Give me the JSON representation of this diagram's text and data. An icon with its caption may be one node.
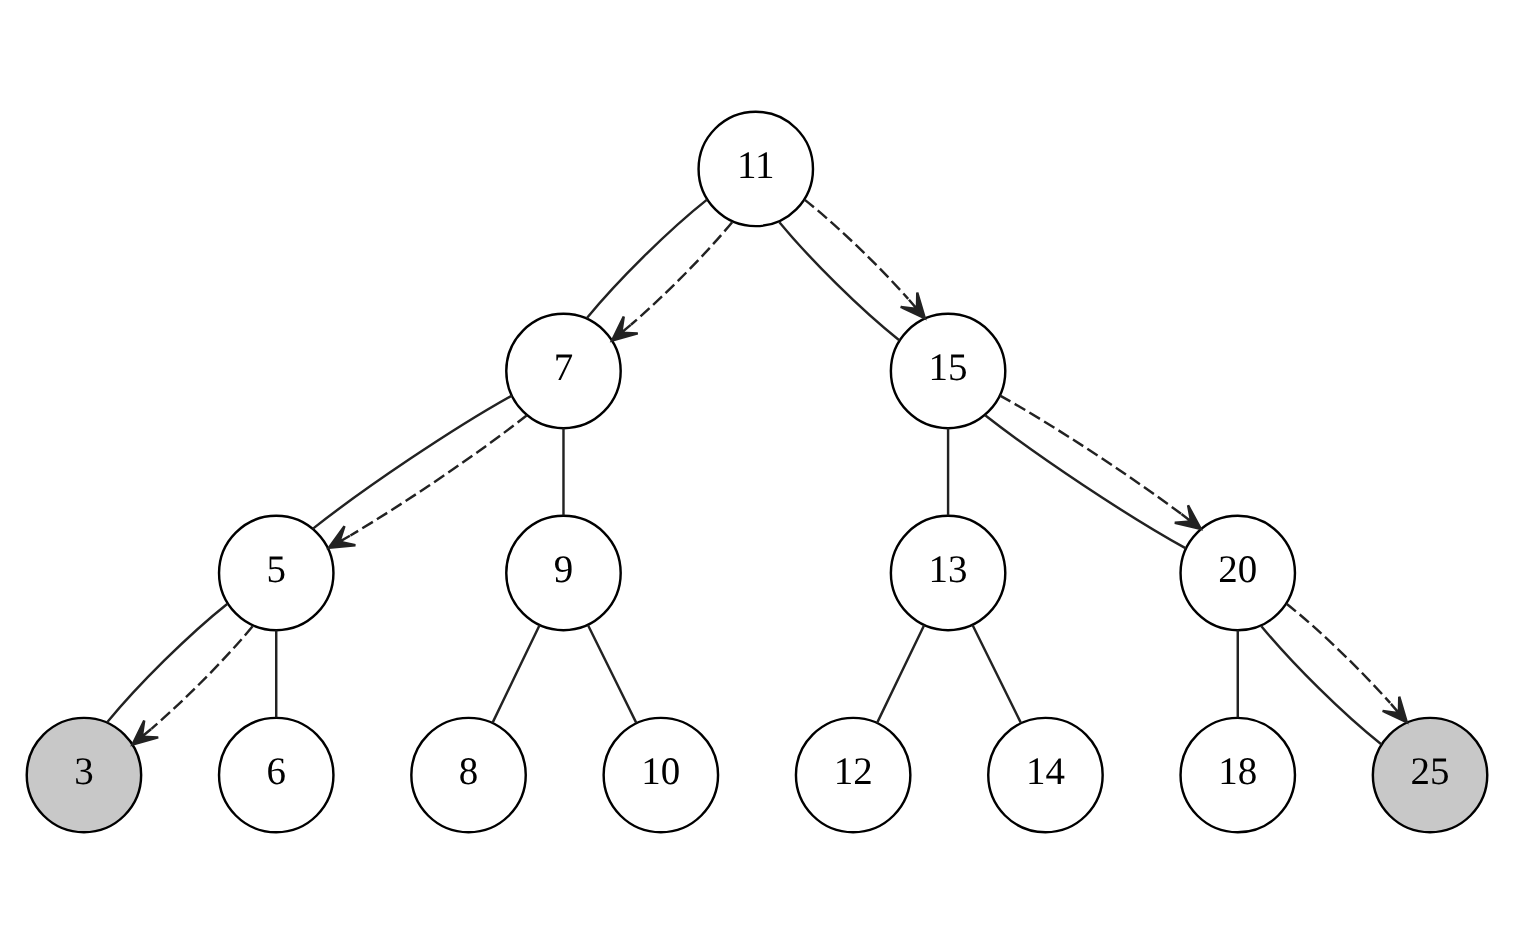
{
  "diagram": {
    "nodes": [
      {
        "text": [
          "11"
        ]
      },
      {
        "text": [
          "7"
        ]
      },
      {
        "text": [
          "15"
        ]
      },
      {
        "text": [
          "5"
        ]
      },
      {
        "text": [
          "9"
        ]
      },
      {
        "text": [
          "13"
        ]
      },
      {
        "text": [
          "20"
        ]
      },
      {
        "text": [
          "3"
        ]
      },
      {
        "text": [
          "6"
        ]
      },
      {
        "text": [
          "8"
        ]
      },
      {
        "text": [
          "10"
        ]
      },
      {
        "text": [
          "12"
        ]
      },
      {
        "text": [
          "14"
        ]
      },
      {
        "text": [
          "18"
        ]
      },
      {
        "text": [
          "25"
        ]
      }
    ],
    "edges": [
      {
        "from": 0,
        "to": 1,
        "arrow": "none"
      },
      {
        "from": 0,
        "to": 2,
        "arrow": "none"
      },
      {
        "from": 1,
        "to": 3,
        "arrow": "none"
      },
      {
        "from": 1,
        "to": 4,
        "arrow": "none"
      },
      {
        "from": 2,
        "to": 5,
        "arrow": "none"
      },
      {
        "from": 2,
        "to": 6,
        "arrow": "none"
      },
      {
        "from": 3,
        "to": 7,
        "arrow": "none"
      },
      {
        "from": 3,
        "to": 8,
        "arrow": "none"
      },
      {
        "from": 4,
        "to": 9,
        "arrow": "none"
      },
      {
        "from": 4,
        "to": 10,
        "arrow": "none"
      },
      {
        "from": 5,
        "to": 11,
        "arrow": "none"
      },
      {
        "from": 5,
        "to": 12,
        "arrow": "none"
      },
      {
        "from": 6,
        "to": 13,
        "arrow": "none"
      },
      {
        "from": 6,
        "to": 14,
        "arrow": "none"
      },
      {
        "from": 0,
        "to": 1,
        "arrow": "to",
        "style": "dashed"
      },
      {
        "from": 1,
        "to": 3,
        "arrow": "to",
        "style": "dashed"
      },
      {
        "from": 3,
        "to": 7,
        "arrow": "to",
        "style": "dashed"
      },
      {
        "from": 0,
        "to": 2,
        "arrow": "to",
        "style": "dashed"
      },
      {
        "from": 2,
        "to": 6,
        "arrow": "to",
        "style": "dashed"
      },
      {
        "from": 6,
        "to": 14,
        "arrow": "to",
        "style": "dashed"
      }
    ]
  }
}
